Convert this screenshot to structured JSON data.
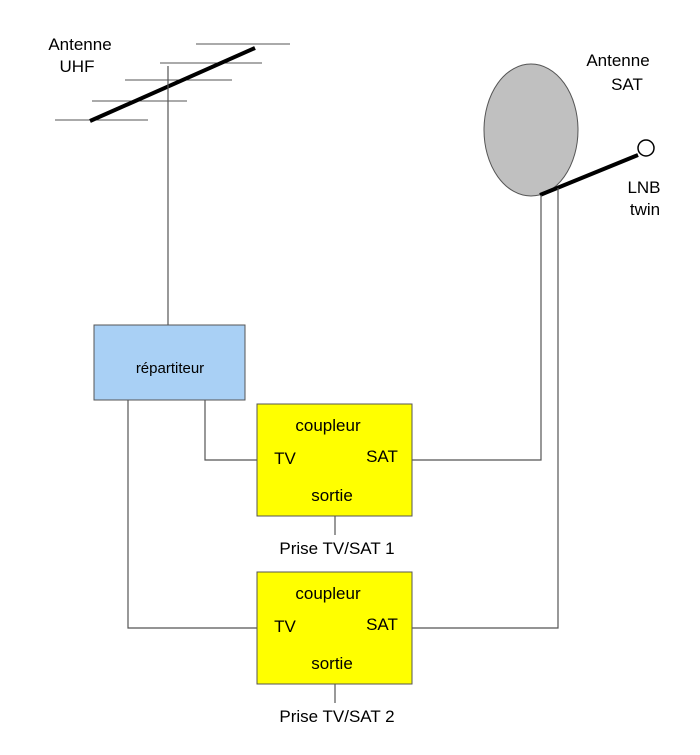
{
  "uhf_antenna": {
    "line1": "Antenne",
    "line2": "UHF"
  },
  "sat_antenna": {
    "line1": "Antenne",
    "line2": "SAT"
  },
  "lnb": {
    "line1": "LNB",
    "line2": "twin"
  },
  "splitter": {
    "label": "répartiteur"
  },
  "coupler1": {
    "title": "coupleur",
    "tv": "TV",
    "sat": "SAT",
    "out": "sortie"
  },
  "coupler2": {
    "title": "coupleur",
    "tv": "TV",
    "sat": "SAT",
    "out": "sortie"
  },
  "outlet1": {
    "label": "Prise TV/SAT 1"
  },
  "outlet2": {
    "label": "Prise TV/SAT 2"
  },
  "colors": {
    "splitter_fill": "#a9d0f5",
    "coupler_fill": "#ffff00",
    "dish_fill": "#c0c0c0",
    "wire": "#555555"
  }
}
